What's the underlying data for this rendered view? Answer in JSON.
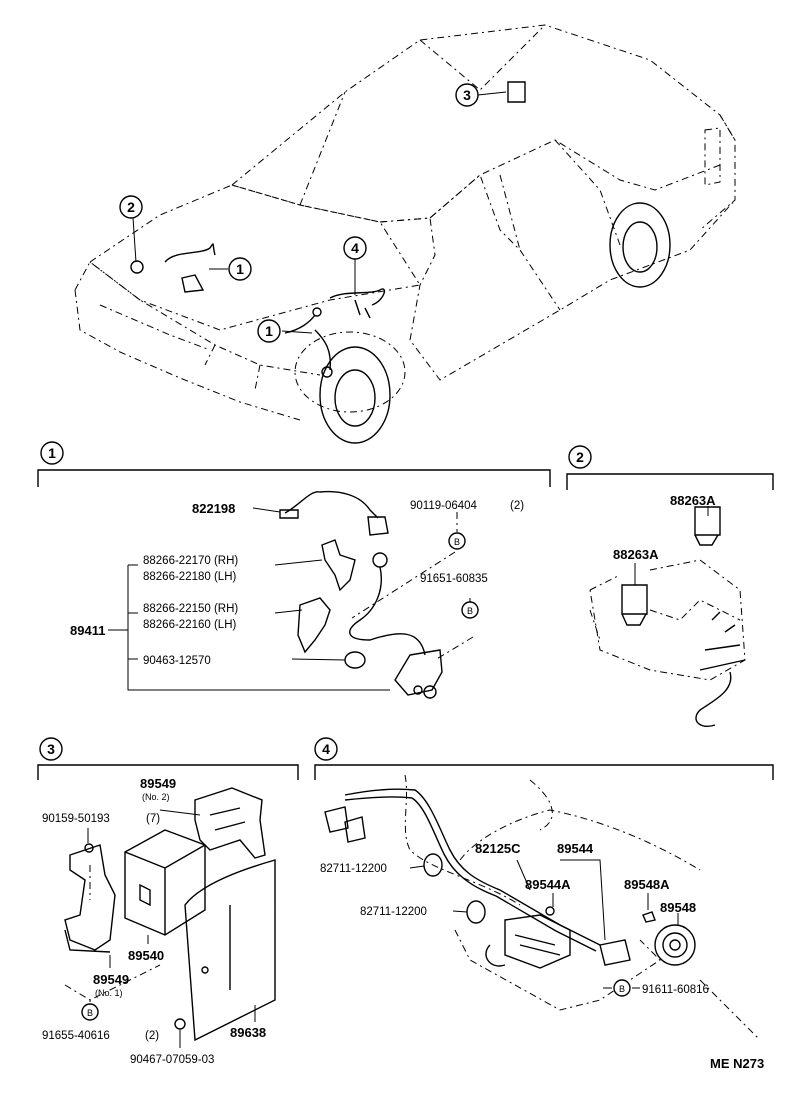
{
  "callouts": {
    "one": "1",
    "two": "2",
    "three": "3",
    "four": "4",
    "b": "B"
  },
  "section1": {
    "p822198": "822198",
    "p90119": "90119-06404",
    "p90119_qty": "(2)",
    "p88266_22170": "88266-22170 (RH)",
    "p88266_22180": "88266-22180 (LH)",
    "p88266_22150": "88266-22150 (RH)",
    "p88266_22160": "88266-22160 (LH)",
    "p91651": "91651-60835",
    "p89411": "89411",
    "p90463": "90463-12570"
  },
  "section2": {
    "p88263a_top": "88263A",
    "p88263a_left": "88263A"
  },
  "section3": {
    "p89549_top": "89549",
    "p89549_top_note": "(No. 2)",
    "p90159": "90159-50193",
    "p90159_qty": "(7)",
    "p89540": "89540",
    "p89549_bottom": "89549",
    "p89549_bottom_note": "(No. 1)",
    "p91655": "91655-40616",
    "p91655_qty": "(2)",
    "p89638": "89638",
    "p90467": "90467-07059-03"
  },
  "section4": {
    "p82125c": "82125C",
    "p89544": "89544",
    "p82711_a": "82711-12200",
    "p89544a": "89544A",
    "p89548a": "89548A",
    "p82711_b": "82711-12200",
    "p89548": "89548",
    "p91611": "91611-60816"
  },
  "footer": {
    "code": "ME N273"
  }
}
